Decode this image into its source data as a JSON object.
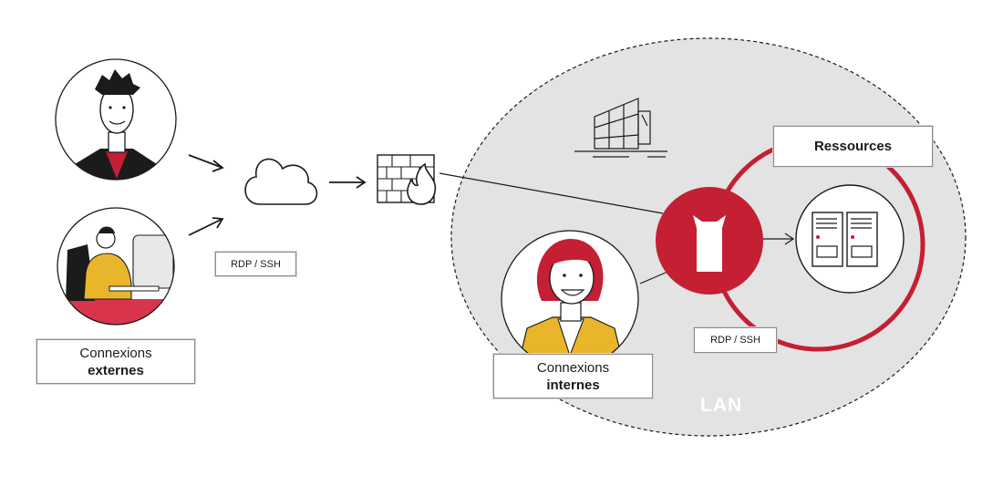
{
  "labels": {
    "external": {
      "line1": "Connexions",
      "line2": "externes"
    },
    "internal": {
      "line1": "Connexions",
      "line2": "internes"
    },
    "resources": "Ressources",
    "protocol_external": "RDP / SSH",
    "protocol_internal": "RDP / SSH",
    "lan": "LAN"
  },
  "icons": [
    "person-external-1",
    "person-external-2",
    "cloud-icon",
    "firewall-icon",
    "building-icon",
    "bastion-cat-icon",
    "server-icon",
    "person-internal"
  ],
  "colors": {
    "accent": "#c41f33",
    "lan_zone": "#e3e3e3",
    "stroke": "#1b1b1b",
    "shirt_yellow": "#e9b52a"
  }
}
